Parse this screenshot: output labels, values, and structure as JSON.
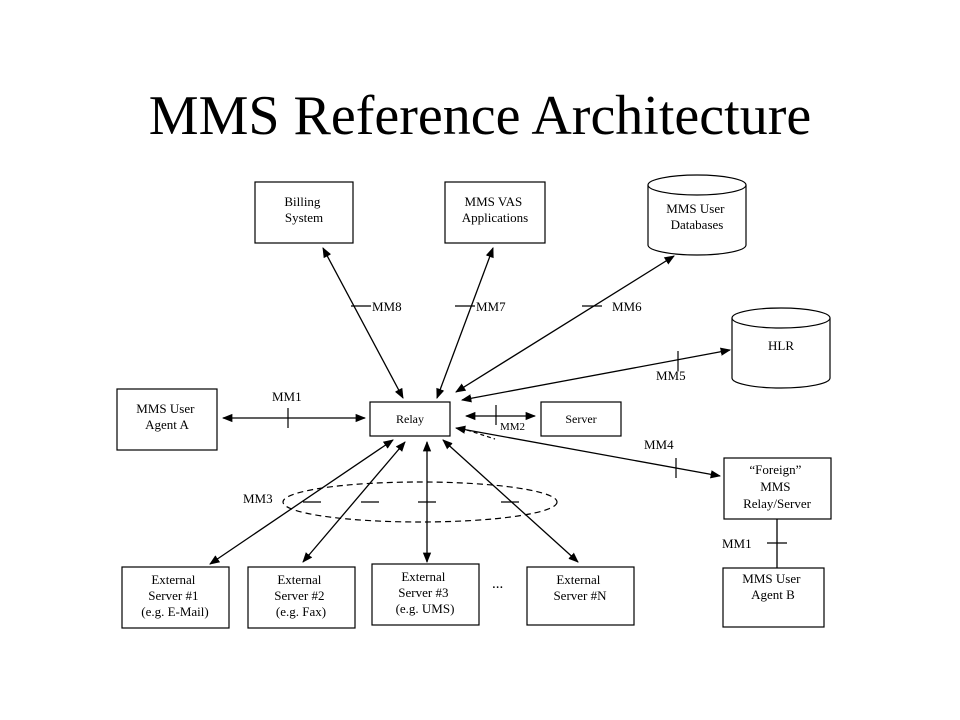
{
  "title": "MMS Reference Architecture",
  "nodes": {
    "billing": {
      "lines": [
        "Billing",
        "System"
      ]
    },
    "vas": {
      "lines": [
        "MMS VAS",
        "Applications"
      ]
    },
    "userdb": {
      "lines": [
        "MMS User",
        "Databases"
      ]
    },
    "hlr": {
      "lines": [
        "HLR"
      ]
    },
    "agent_a": {
      "lines": [
        "MMS User",
        "Agent A"
      ]
    },
    "relay": {
      "lines": [
        "Relay"
      ]
    },
    "server": {
      "lines": [
        "Server"
      ]
    },
    "foreign": {
      "lines": [
        "“Foreign”",
        "MMS",
        "Relay/Server"
      ]
    },
    "agent_b": {
      "lines": [
        "MMS User",
        "Agent B"
      ]
    },
    "ext1": {
      "lines": [
        "External",
        "Server #1",
        "(e.g. E-Mail)"
      ]
    },
    "ext2": {
      "lines": [
        "External",
        "Server #2",
        "(e.g. Fax)"
      ]
    },
    "ext3": {
      "lines": [
        "External",
        "Server #3",
        "(e.g. UMS)"
      ]
    },
    "extn": {
      "lines": [
        "External",
        "Server #N"
      ]
    }
  },
  "edge_labels": {
    "mm1_a": "MM1",
    "mm2": "MM2",
    "mm3": "MM3",
    "mm4": "MM4",
    "mm5": "MM5",
    "mm6": "MM6",
    "mm7": "MM7",
    "mm8": "MM8",
    "mm1_b": "MM1"
  },
  "ellipsis": "..."
}
